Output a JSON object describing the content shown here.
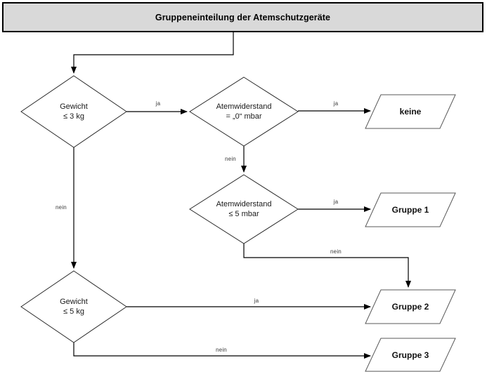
{
  "title": "Gruppeneinteilung der Atemschutzgeräte",
  "nodes": {
    "weight3": {
      "line1": "Gewicht",
      "line2": "≤ 3 kg",
      "type": "decision"
    },
    "resist0": {
      "line1": "Atemwiderstand",
      "line2": "= „0“ mbar",
      "type": "decision"
    },
    "resist5": {
      "line1": "Atemwiderstand",
      "line2": "≤ 5 mbar",
      "type": "decision"
    },
    "weight5": {
      "line1": "Gewicht",
      "line2": "≤ 5 kg",
      "type": "decision"
    },
    "out_keine": {
      "label": "keine",
      "type": "output"
    },
    "out_gruppe1": {
      "label": "Gruppe 1",
      "type": "output"
    },
    "out_gruppe2": {
      "label": "Gruppe 2",
      "type": "output"
    },
    "out_gruppe3": {
      "label": "Gruppe 3",
      "type": "output"
    }
  },
  "edge_labels": {
    "weight3_to_resist0": "ja",
    "resist0_to_keine": "ja",
    "resist0_to_resist5": "nein",
    "resist5_to_gruppe1": "ja",
    "resist5_to_gruppe2": "nein",
    "weight3_to_weight5": "nein",
    "weight5_to_gruppe2": "ja",
    "weight5_to_gruppe3": "nein"
  },
  "colors": {
    "title_fill": "#d9d9d9",
    "title_border": "#000000",
    "decision_stroke": "#2b2b2b",
    "output_stroke": "#595959",
    "connector": "#000000",
    "edge_label_text": "#3a3a3a",
    "background": "#ffffff"
  }
}
